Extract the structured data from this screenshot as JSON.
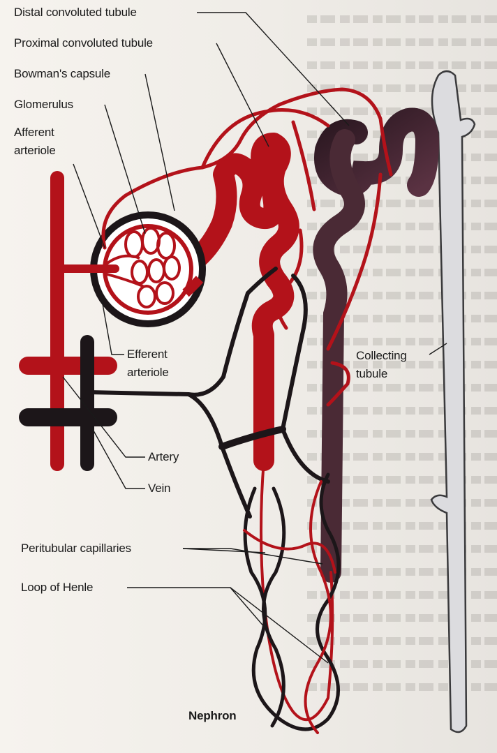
{
  "labels": {
    "distal_convoluted_tubule": "Distal convoluted tubule",
    "proximal_convoluted_tubule": "Proximal convoluted tubule",
    "bowmans_capsule": "Bowman's capsule",
    "glomerulus": "Glomerulus",
    "afferent_arteriole_1": "Afferent",
    "afferent_arteriole_2": "arteriole",
    "efferent_arteriole_1": "Efferent",
    "efferent_arteriole_2": "arteriole",
    "collecting_tubule_1": "Collecting",
    "collecting_tubule_2": "tubule",
    "artery": "Artery",
    "vein": "Vein",
    "peritubular_capillaries": "Peritubular capillaries",
    "loop_of_henle": "Loop of Henle",
    "nephron": "Nephron"
  },
  "colors": {
    "arterial": "#b3121a",
    "venous": "#1c1619",
    "tubule_dark": "#4a2a35",
    "collecting": "#dcdcdf"
  }
}
